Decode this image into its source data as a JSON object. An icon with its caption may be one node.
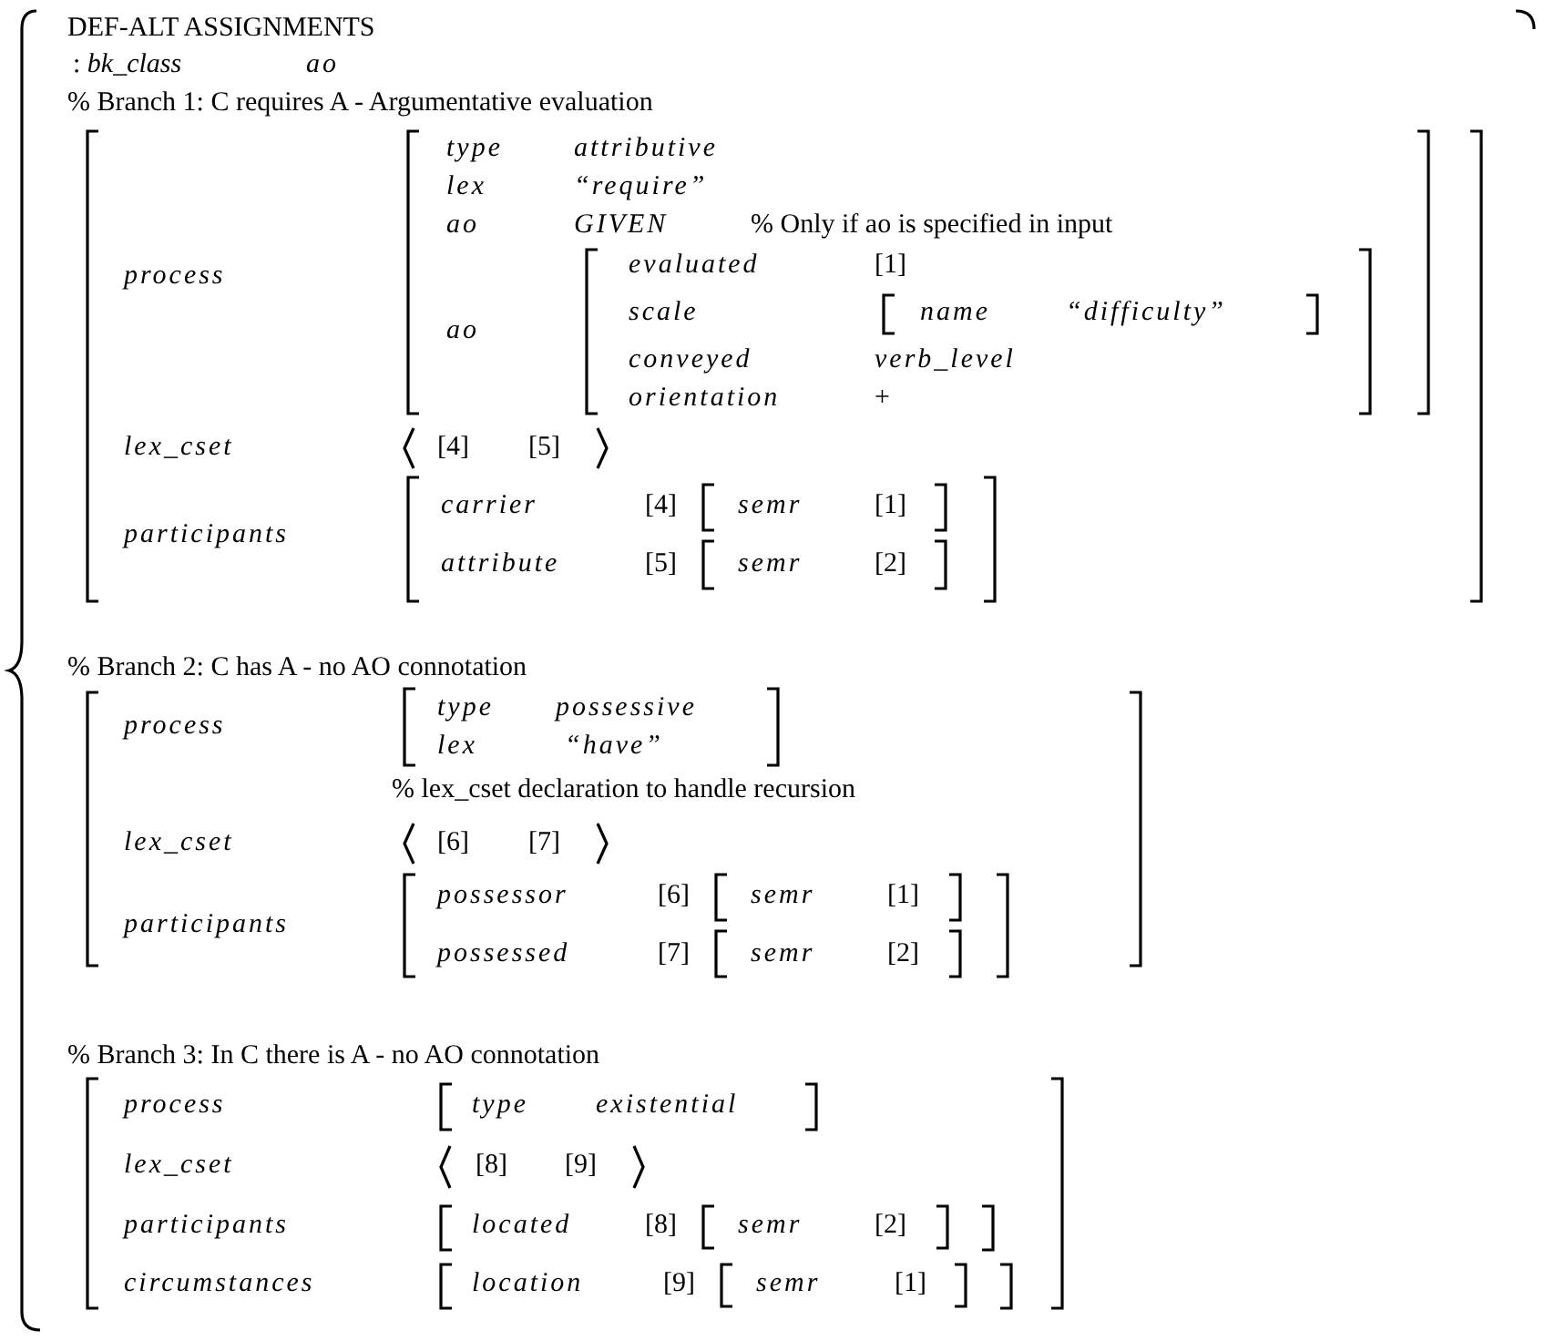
{
  "diagram": {
    "title": "DEF-ALT ASSIGNMENTS",
    "labels": [
      ": *bk_class*",
      "ao",
      "% Branch 1: C requires A - Argumentative evaluation",
      "process",
      "type",
      "attributive",
      "lex",
      "“require”",
      "ao",
      "GIVEN",
      "% Only if ao is specified in input",
      "ao",
      "evaluated",
      "[1]",
      "scale",
      "name",
      "“difficulty”",
      "conveyed",
      "verb_level",
      "orientation",
      "+",
      "lex_cset",
      "[4]",
      "[5]",
      "participants",
      "carrier",
      "[4]",
      "semr",
      "[1]",
      "attribute",
      "[5]",
      "semr",
      "[2]",
      "% Branch 2: C has A - no AO connotation",
      "process",
      "type",
      "possessive",
      "lex",
      "“have”",
      "% lex_cset declaration to handle recursion",
      "lex_cset",
      "[6]",
      "[7]",
      "participants",
      "possessor",
      "[6]",
      "semr",
      "[1]",
      "possessed",
      "[7]",
      "semr",
      "[2]",
      "% Branch 3: In C there is A - no AO connotation",
      "process",
      "type",
      "existential",
      "lex_cset",
      "[8]",
      "[9]",
      "participants",
      "located",
      "[8]",
      "semr",
      "[2]",
      "circumstances",
      "location",
      "[9]",
      "semr",
      "[1]"
    ]
  }
}
